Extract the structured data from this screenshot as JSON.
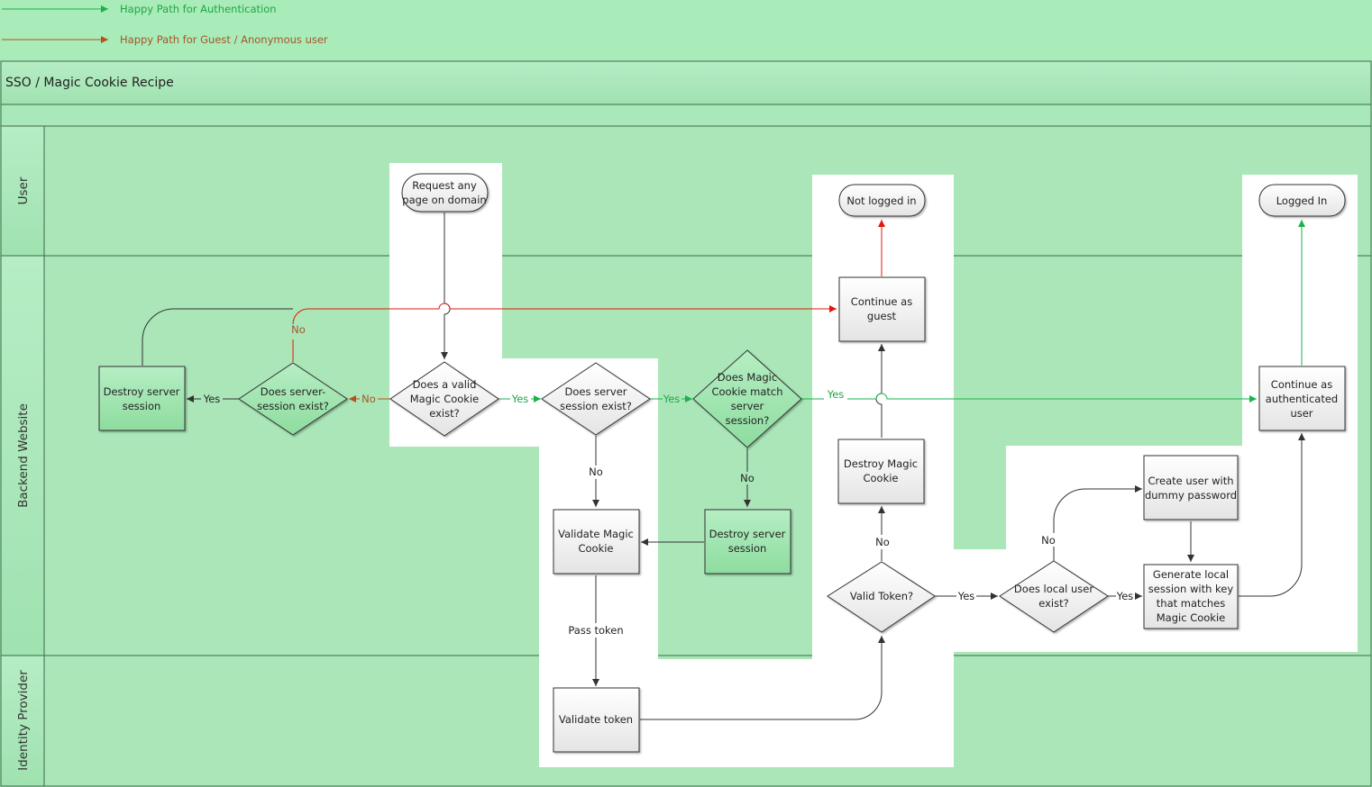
{
  "colors": {
    "background": "#a9ebb9",
    "lane_fill": "#aae6b8",
    "highlight": "#ffffff",
    "green_path": "#19b24b",
    "red_path": "#e0180c",
    "orange_path": "#b8511a",
    "grey_path": "#333333",
    "green_text": "#1fa647",
    "brown_text": "#a5552a"
  },
  "legend": {
    "auth": "Happy Path for Authentication",
    "guest": "Happy Path for Guest / Anonymous user"
  },
  "title": "SSO / Magic Cookie Recipe",
  "lanes": {
    "user": "User",
    "backend": "Backend Website",
    "idp": "Identity Provider"
  },
  "nodes": {
    "request_page": [
      "Request any",
      "page on domain"
    ],
    "not_logged_in": [
      "Not logged in"
    ],
    "logged_in": [
      "Logged In"
    ],
    "continue_guest": [
      "Continue as",
      "guest"
    ],
    "continue_auth": [
      "Continue as",
      "authenticated",
      "user"
    ],
    "destroy_server_session_left": [
      "Destroy server",
      "session"
    ],
    "server_session_exist_left": [
      "Does server-",
      "session exist?"
    ],
    "valid_magic_cookie": [
      "Does a valid",
      "Magic Cookie",
      "exist?"
    ],
    "server_session_exist": [
      "Does server",
      "session exist?"
    ],
    "cookie_match": [
      "Does Magic",
      "Cookie match",
      "server",
      "session?"
    ],
    "destroy_server_session": [
      "Destroy server",
      "session"
    ],
    "validate_magic_cookie": [
      "Validate Magic",
      "Cookie"
    ],
    "destroy_magic_cookie": [
      "Destroy Magic",
      "Cookie"
    ],
    "valid_token": [
      "Valid Token?"
    ],
    "local_user_exist": [
      "Does local user",
      "exist?"
    ],
    "create_user": [
      "Create user with",
      "dummy password"
    ],
    "generate_session": [
      "Generate local",
      "session with key",
      "that matches",
      "Magic Cookie"
    ],
    "validate_token": [
      "Validate token"
    ]
  },
  "edge_labels": {
    "yes": "Yes",
    "no": "No",
    "pass_token": "Pass token"
  }
}
